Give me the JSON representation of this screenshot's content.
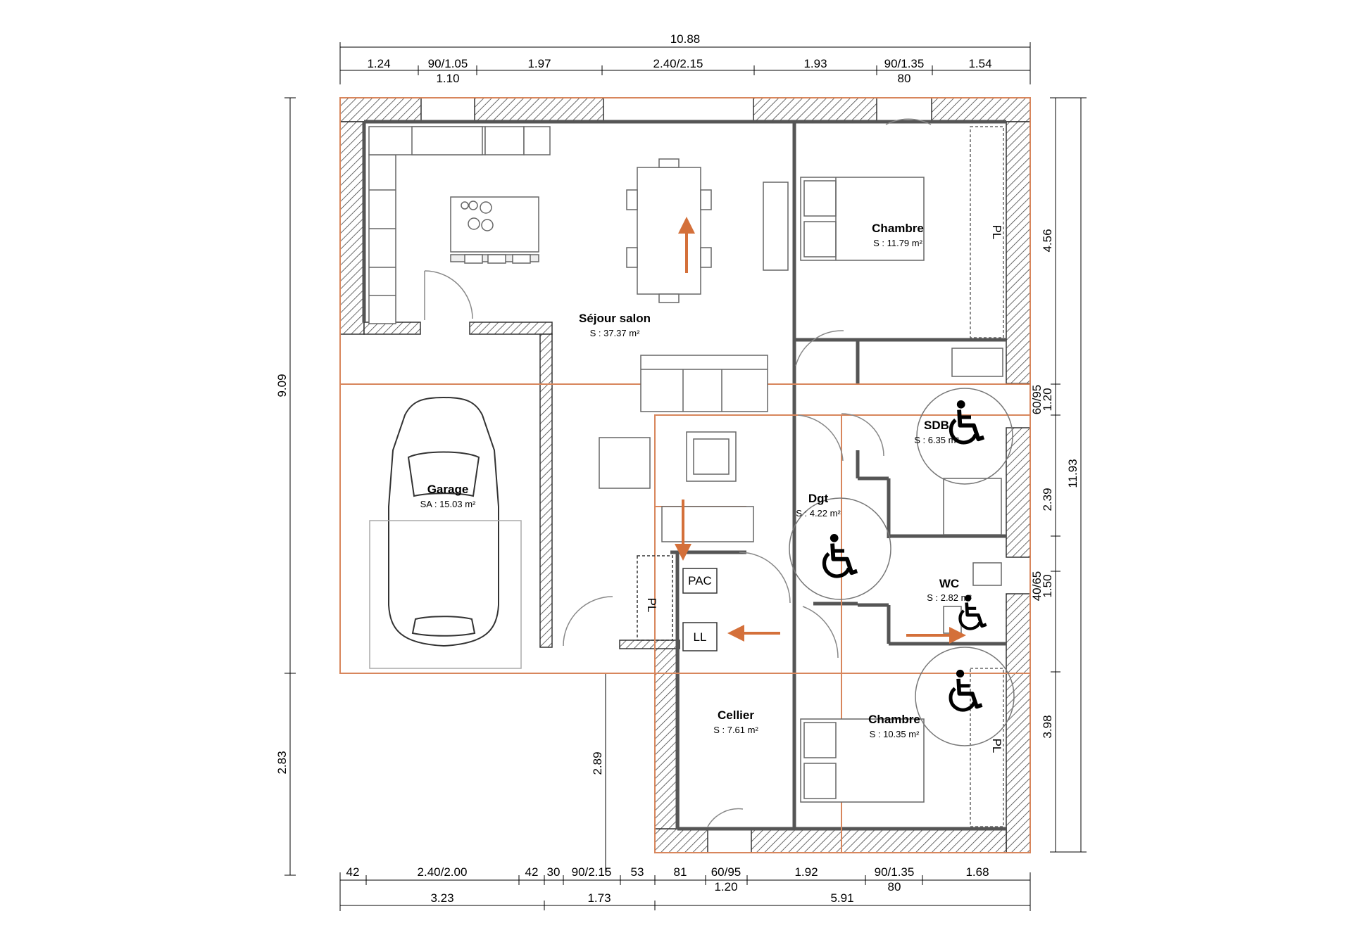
{
  "colors": {
    "wall": "#555555",
    "wall_hatch": "#444444",
    "accent_orange": "#d4703a",
    "grid_orange": "#d8865c",
    "dimension_line": "#000000",
    "furniture": "#888888"
  },
  "dimensions": {
    "top_total": "10.88",
    "top_segments": [
      "1.24",
      "90/1.05",
      "1.97",
      "2.40/2.15",
      "1.93",
      "90/1.35",
      "1.54"
    ],
    "top_sub_1": "1.10",
    "top_sub_2": "80",
    "bottom_segments": [
      "42",
      "2.40/2.00",
      "42",
      "30",
      "90/2.15",
      "53",
      "81",
      "60/95",
      "1.92",
      "90/1.35",
      "1.68"
    ],
    "bottom_sub_1": "1.20",
    "bottom_sub_2": "80",
    "bottom_totals": [
      "3.23",
      "1.73",
      "5.91"
    ],
    "left_total": "9.09",
    "left_lower": "2.83",
    "inner_height": "2.89",
    "right_segments": [
      "4.56",
      "1.20",
      "60/95",
      "2.39",
      "40/65",
      "1.50",
      "3.98"
    ],
    "right_total": "11.93"
  },
  "rooms": {
    "sejour": {
      "name": "Séjour salon",
      "area": "S : 37.37 m²"
    },
    "chambre_1": {
      "name": "Chambre",
      "area": "S : 11.79 m²"
    },
    "sdb": {
      "name": "SDB",
      "area": "S : 6.35 m²"
    },
    "dgt": {
      "name": "Dgt",
      "area": "S : 4.22 m²"
    },
    "wc": {
      "name": "WC",
      "area": "S : 2.82 m²"
    },
    "garage": {
      "name": "Garage",
      "area": "SA : 15.03 m²"
    },
    "cellier": {
      "name": "Cellier",
      "area": "S : 7.61 m²"
    },
    "chambre_2": {
      "name": "Chambre",
      "area": "S : 10.35 m²"
    }
  },
  "equipment": {
    "pac": "PAC",
    "ll": "LL",
    "placard": "PL"
  },
  "icons": [
    "wheelchair-accessibility-icon",
    "arrow-icon",
    "car-icon",
    "door-swing-icon"
  ]
}
